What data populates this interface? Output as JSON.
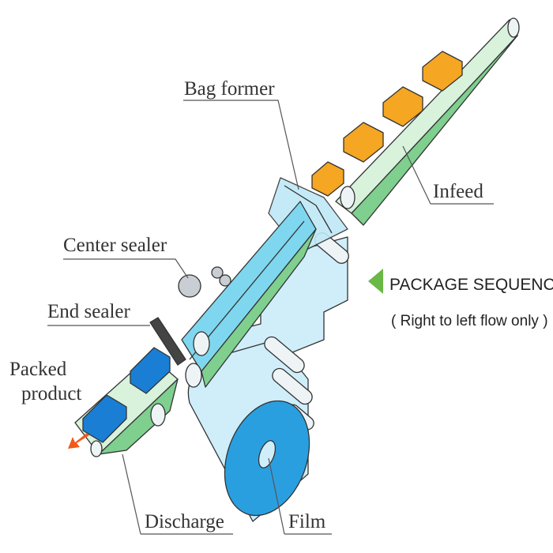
{
  "labels": {
    "bag_former": "Bag former",
    "infeed": "Infeed",
    "center_sealer": "Center sealer",
    "end_sealer": "End sealer",
    "packed_product_line1": "Packed",
    "packed_product_line2": "product",
    "discharge": "Discharge",
    "film": "Film"
  },
  "sequence": {
    "title": "PACKAGE SEQUENCE",
    "note": "( Right to left flow only )"
  },
  "colors": {
    "conveyor_green": "#7fcf8f",
    "conveyor_light": "#d8f2dc",
    "film_light": "#cfeefa",
    "film_roll": "#2a9fe0",
    "product_orange": "#f5a623",
    "packed_blue": "#1a7fd4",
    "arrow_green": "#6ab845",
    "discharge_arrow": "#f05a1a"
  }
}
